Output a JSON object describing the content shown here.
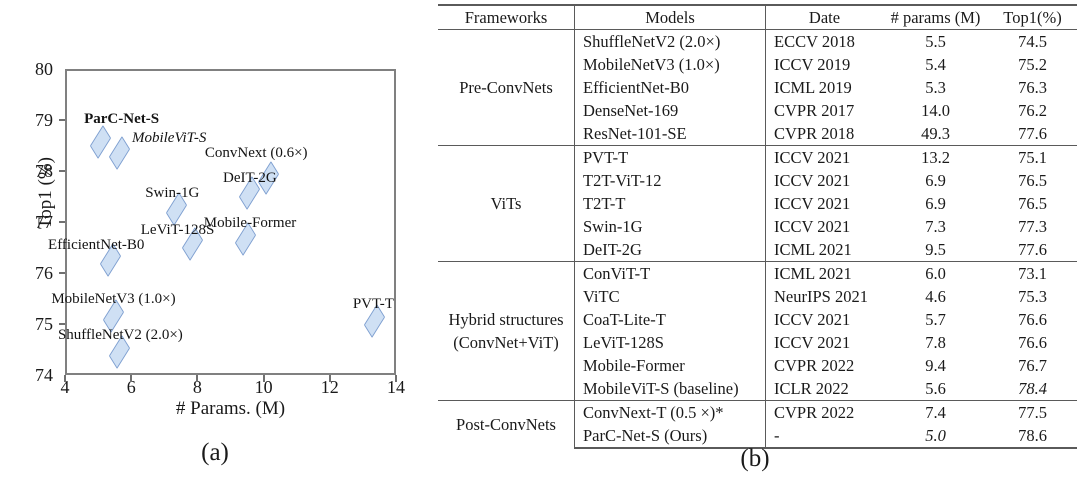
{
  "figure_a": {
    "caption": "(a)",
    "chart_data": {
      "type": "scatter",
      "title": "",
      "xlabel": "# Params. (M)",
      "ylabel": "Top1 (%)",
      "xlim": [
        4,
        14
      ],
      "ylim": [
        74,
        80
      ],
      "xticks": [
        4,
        6,
        8,
        10,
        12,
        14
      ],
      "yticks": [
        74,
        75,
        76,
        77,
        78,
        79,
        80
      ],
      "grid": false,
      "legend": "none",
      "marker": "diamond",
      "marker_fill": "#cfe0f4",
      "marker_stroke": "#7e9fd0",
      "points": [
        {
          "label": "ParC-Net-S",
          "x": 5.0,
          "y": 78.6,
          "style": "bold",
          "label_dx": -16,
          "label_dy": -30
        },
        {
          "label": "MobileViT-S",
          "x": 5.6,
          "y": 78.4,
          "style": "italic",
          "label_dx": 12,
          "label_dy": -22
        },
        {
          "label": "ConvNext (0.6×)",
          "x": 10.1,
          "y": 77.9,
          "style": "normal",
          "label_dx": -64,
          "label_dy": -32
        },
        {
          "label": "DeIT-2G",
          "x": 9.5,
          "y": 77.6,
          "style": "normal",
          "label_dx": -26,
          "label_dy": -22
        },
        {
          "label": "Swin-1G",
          "x": 7.3,
          "y": 77.3,
          "style": "normal",
          "label_dx": -31,
          "label_dy": -23
        },
        {
          "label": "Mobile-Former",
          "x": 9.4,
          "y": 76.7,
          "style": "normal",
          "label_dx": -42,
          "label_dy": -23
        },
        {
          "label": "LeViT-128S",
          "x": 7.8,
          "y": 76.6,
          "style": "normal",
          "label_dx": -52,
          "label_dy": -21
        },
        {
          "label": "EfficientNet-B0",
          "x": 5.3,
          "y": 76.3,
          "style": "normal",
          "label_dx": -62,
          "label_dy": -22
        },
        {
          "label": "MobileNetV3 (1.0×)",
          "x": 5.4,
          "y": 75.2,
          "style": "normal",
          "label_dx": -62,
          "label_dy": -24
        },
        {
          "label": "ShuffleNetV2 (2.0×)",
          "x": 5.6,
          "y": 74.5,
          "style": "normal",
          "label_dx": -62,
          "label_dy": -24
        },
        {
          "label": "PVT-T",
          "x": 13.3,
          "y": 75.1,
          "style": "normal",
          "label_dx": -22,
          "label_dy": -24
        }
      ]
    }
  },
  "figure_b": {
    "caption": "(b)",
    "columns": [
      "Frameworks",
      "Models",
      "Date",
      "# params (M)",
      "Top1(%)"
    ],
    "groups": [
      {
        "name": "Pre-ConvNets",
        "rows": [
          {
            "model": "ShuffleNetV2 (2.0×)",
            "date": "ECCV 2018",
            "params": "5.5",
            "top1": "74.5"
          },
          {
            "model": "MobileNetV3 (1.0×)",
            "date": "ICCV 2019",
            "params": "5.4",
            "top1": "75.2"
          },
          {
            "model": "EfficientNet-B0",
            "date": "ICML 2019",
            "params": "5.3",
            "top1": "76.3"
          },
          {
            "model": "DenseNet-169",
            "date": "CVPR 2017",
            "params": "14.0",
            "top1": "76.2"
          },
          {
            "model": "ResNet-101-SE",
            "date": "CVPR 2018",
            "params": "49.3",
            "top1": "77.6"
          }
        ]
      },
      {
        "name": "ViTs",
        "rows": [
          {
            "model": "PVT-T",
            "date": "ICCV 2021",
            "params": "13.2",
            "top1": "75.1"
          },
          {
            "model": "T2T-ViT-12",
            "date": "ICCV 2021",
            "params": "6.9",
            "top1": "76.5"
          },
          {
            "model": "T2T-T",
            "date": "ICCV 2021",
            "params": "6.9",
            "top1": "76.5"
          },
          {
            "model": "Swin-1G",
            "date": "ICCV 2021",
            "params": "7.3",
            "top1": "77.3"
          },
          {
            "model": "DeIT-2G",
            "date": "ICML 2021",
            "params": "9.5",
            "top1": "77.6"
          }
        ]
      },
      {
        "name": "Hybrid structures\n(ConvNet+ViT)",
        "name_line1": "Hybrid structures",
        "name_line2": "(ConvNet+ViT)",
        "rows": [
          {
            "model": "ConViT-T",
            "date": "ICML 2021",
            "params": "6.0",
            "top1": "73.1"
          },
          {
            "model": "ViTC",
            "date": "NeurIPS 2021",
            "params": "4.6",
            "params_style": "bold",
            "top1": "75.3"
          },
          {
            "model": "CoaT-Lite-T",
            "date": "ICCV 2021",
            "params": "5.7",
            "top1": "76.6"
          },
          {
            "model": "LeViT-128S",
            "date": "ICCV 2021",
            "params": "7.8",
            "top1": "76.6"
          },
          {
            "model": "Mobile-Former",
            "date": "CVPR 2022",
            "params": "9.4",
            "top1": "76.7"
          },
          {
            "model": "MobileViT-S (baseline)",
            "date": "ICLR 2022",
            "params": "5.6",
            "top1": "78.4",
            "top1_style": "italic"
          }
        ]
      },
      {
        "name": "Post-ConvNets",
        "rows": [
          {
            "model": "ConvNext-T (0.5 ×)*",
            "date": "CVPR 2022",
            "params": "7.4",
            "top1": "77.5"
          },
          {
            "model": "ParC-Net-S  (Ours)",
            "date": "-",
            "params": "5.0",
            "params_style": "italic",
            "top1": "78.6",
            "top1_style": "bold"
          }
        ]
      }
    ]
  }
}
